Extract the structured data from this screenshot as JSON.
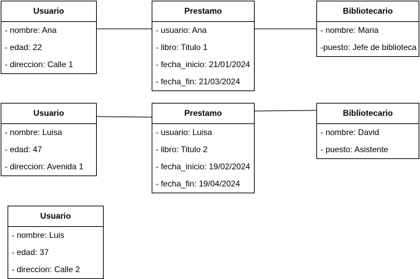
{
  "entities": [
    {
      "title": "Usuario",
      "attributes": [
        "- nombre: Ana",
        "- edad: 22",
        "- direccion: Calle 1"
      ]
    },
    {
      "title": "Prestamo",
      "attributes": [
        "- usuario: Ana",
        "- libro: Titulo 1",
        "- fecha_inicio: 21/01/2024",
        "- fecha_fin: 21/03/2024"
      ]
    },
    {
      "title": "Bibliotecario",
      "attributes": [
        "- nombre: Maria",
        "-puesto: Jefe de biblioteca"
      ]
    },
    {
      "title": "Usuario",
      "attributes": [
        "- nombre: Luisa",
        "- edad: 47",
        "- direccion: Avenida 1"
      ]
    },
    {
      "title": "Prestamo",
      "attributes": [
        "- usuario: Luisa",
        "- libro: Titulo 2",
        "- fecha_inicio: 19/02/2024",
        "- fecha_fin: 19/04/2024"
      ]
    },
    {
      "title": "Bibliotecario",
      "attributes": [
        "- nombre: David",
        "- puesto: Asistente"
      ]
    },
    {
      "title": "Usuario",
      "attributes": [
        "- nombre: Luis",
        "- edad: 37",
        "- direccion: Calle 2"
      ]
    }
  ]
}
